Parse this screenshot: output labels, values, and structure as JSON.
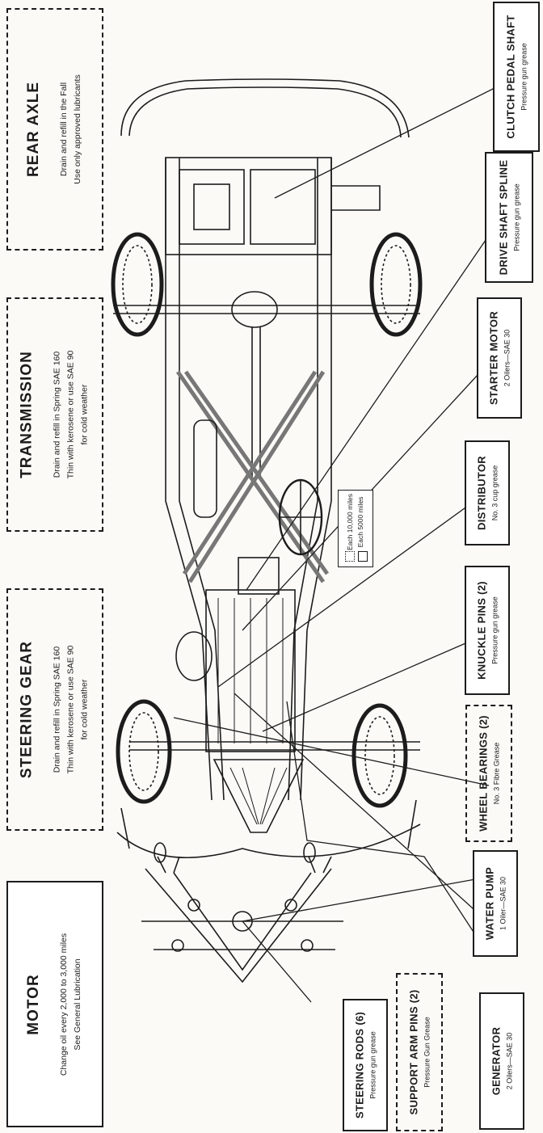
{
  "callouts": [
    {
      "id": "clutch-pedal-shaft",
      "title": "CLUTCH PEDAL SHAFT",
      "subtitle": "Pressure gun grease"
    },
    {
      "id": "drive-shaft-spline",
      "title": "DRIVE SHAFT SPLINE",
      "subtitle": "Pressure gun grease"
    },
    {
      "id": "starter-motor",
      "title": "STARTER MOTOR",
      "subtitle": "2 Oilers—SAE 30"
    },
    {
      "id": "distributor",
      "title": "DISTRIBUTOR",
      "subtitle": "No. 3 cup grease"
    },
    {
      "id": "knuckle-pins",
      "title": "KNUCKLE PINS (2)",
      "subtitle": "Pressure gun grease"
    },
    {
      "id": "wheel-bearings",
      "title": "WHEEL BEARINGS (2)",
      "subtitle": "No. 3 Fibre Grease"
    },
    {
      "id": "water-pump",
      "title": "WATER PUMP",
      "subtitle": "1 Oiler—SAE 30"
    },
    {
      "id": "generator",
      "title": "GENERATOR",
      "subtitle": "2 Oilers—SAE 30"
    },
    {
      "id": "support-arm-pins",
      "title": "SUPPORT ARM PINS (2)",
      "subtitle": "Pressure Gun Grease"
    },
    {
      "id": "steering-rods",
      "title": "STEERING RODS (6)",
      "subtitle": "Pressure gun grease"
    }
  ],
  "units": [
    {
      "id": "rear-axle",
      "title": "REAR AXLE",
      "lines": [
        "Drain and refill in the Fall",
        "Use only approved lubricants"
      ]
    },
    {
      "id": "transmission",
      "title": "TRANSMISSION",
      "lines": [
        "Drain and refill in Spring SAE 160",
        "Thin with kerosene or use SAE 90",
        "for cold weather"
      ]
    },
    {
      "id": "steering-gear",
      "title": "STEERING GEAR",
      "lines": [
        "Drain and refill in Spring SAE 160",
        "Thin with kerosene or use SAE 90",
        "for cold weather"
      ]
    },
    {
      "id": "motor",
      "title": "MOTOR",
      "lines": [
        "Change oil every 2,000 to 3,000 miles",
        "See General Lubrication"
      ]
    }
  ],
  "legend": {
    "line1": "Each 10,000 miles",
    "line2": "Each 5000 miles"
  },
  "colors": {
    "ink": "#1c1c1c",
    "paper": "#fbfaf7"
  }
}
